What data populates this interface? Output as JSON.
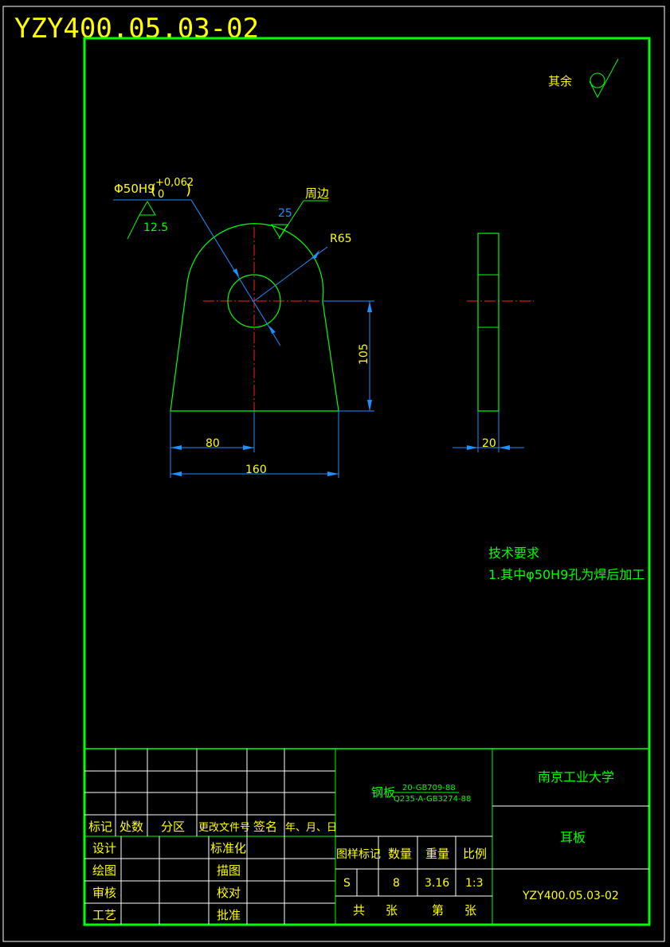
{
  "drawing_number_corner": "YZY400.05.03-02",
  "roughness_note": {
    "label": "其余"
  },
  "front_view": {
    "hole_tolerance_main": "Φ50H9",
    "hole_tolerance_upper": "+0,062",
    "hole_tolerance_lower": "0",
    "hole_roughness": "12.5",
    "weld_note": "周边",
    "weld_size": "25",
    "radius_label": "R65",
    "dim_height": "105",
    "dim_half_width": "80",
    "dim_width": "160"
  },
  "side_view": {
    "dim_thickness": "20"
  },
  "technical_requirements": {
    "title": "技术要求",
    "item1": "1.其中φ50H9孔为焊后加工"
  },
  "title_block": {
    "revision_headers": [
      "标记",
      "处数",
      "分区",
      "更改文件号",
      "签名",
      "年、月、日"
    ],
    "left_labels": [
      "设计",
      "绘图",
      "审核",
      "工艺"
    ],
    "mid_labels": [
      "标准化",
      "描图",
      "校对",
      "批准"
    ],
    "material_name": "钢板",
    "material_upper": "20-GB709-88",
    "material_lower": "Q235-A-GB3274-88",
    "props_headers": [
      "图样标记",
      "数量",
      "重量",
      "比例"
    ],
    "mark": "S",
    "quantity": "8",
    "weight": "3.16",
    "scale": "1:3",
    "sheet_total_label": "共",
    "sheet_unit1": "张",
    "sheet_no_label": "第",
    "sheet_unit2": "张",
    "organization": "南京工业大学",
    "part_name": "耳板",
    "drawing_number": "YZY400.05.03-02"
  },
  "colors": {
    "frame": "#00ff00",
    "dimension": "#1e90ff",
    "centerline": "#ff2020",
    "text_yellow": "#ffff00",
    "text_green": "#00ff00"
  }
}
